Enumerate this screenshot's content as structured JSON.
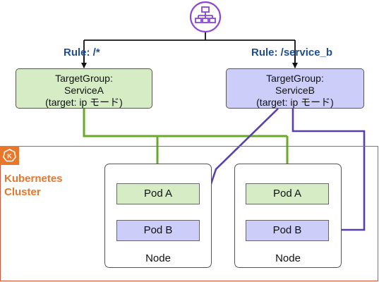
{
  "rules": [
    {
      "text": "Rule: /*"
    },
    {
      "text": "Rule: /service_b"
    }
  ],
  "target_groups": [
    {
      "line1": "TargetGroup:",
      "line2": "ServiceA",
      "line3": "(target: ip モード)"
    },
    {
      "line1": "TargetGroup:",
      "line2": "ServiceB",
      "line3": "(target: ip モード)"
    }
  ],
  "cluster": {
    "label_line1": "Kubernetes",
    "label_line2": "Cluster"
  },
  "nodes": [
    {
      "label": "Node",
      "pods": [
        "Pod A",
        "Pod B"
      ]
    },
    {
      "label": "Node",
      "pods": [
        "Pod A",
        "Pod B"
      ]
    }
  ],
  "colors": {
    "green_fill": "#d5ecc4",
    "purple_fill": "#cccdf9",
    "green_line": "#6aaa2a",
    "purple_line": "#5a3fb0",
    "rule_text": "#1f4e96",
    "k8s_orange": "#e9762b",
    "alb_icon": "#8b45d6"
  },
  "icons": {
    "load_balancer": "alb-icon",
    "kubernetes": "kubernetes-icon"
  }
}
